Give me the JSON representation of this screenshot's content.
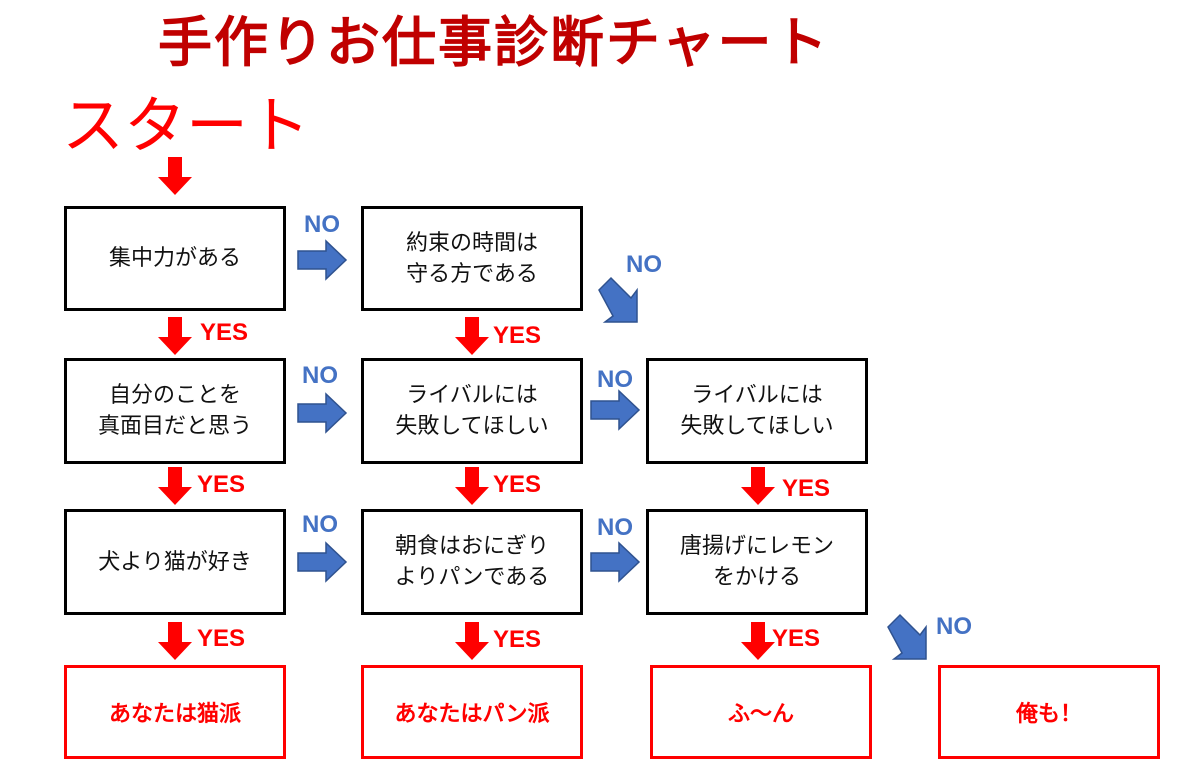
{
  "title": "手作りお仕事診断チャート",
  "start": "スタート",
  "colors": {
    "title": "#c00000",
    "yes": "#ff0000",
    "no": "#4472c4",
    "result": "#ff0000"
  },
  "labels": {
    "yes": "YES",
    "no": "NO"
  },
  "questions": {
    "q1": "集中力がある",
    "q2": "約束の時間は\n守る方である",
    "q3": "自分のことを\n真面目だと思う",
    "q4": "ライバルには\n失敗してほしい",
    "q5": "ライバルには\n失敗してほしい",
    "q6": "犬より猫が好き",
    "q7": "朝食はおにぎり\nよりパンである",
    "q8": "唐揚げにレモン\nをかける"
  },
  "results": {
    "r1": "あなたは猫派",
    "r2": "あなたはパン派",
    "r3": "ふ〜ん",
    "r4": "俺も！"
  }
}
